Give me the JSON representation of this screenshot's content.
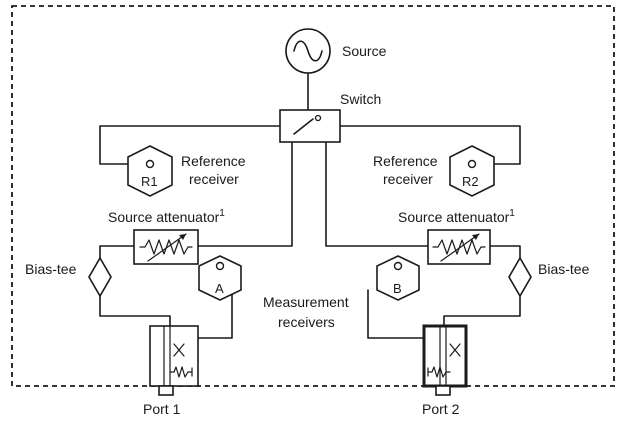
{
  "labels": {
    "source": "Source",
    "switch": "Switch",
    "reference_left_line1": "Reference",
    "reference_left_line2": "receiver",
    "reference_right_line1": "Reference",
    "reference_right_line2": "receiver",
    "r1": "R1",
    "r2": "R2",
    "attenuator_left": "Source attenuator",
    "attenuator_right": "Source attenuator",
    "attenuator_footnote": "1",
    "bias_tee_left": "Bias-tee",
    "bias_tee_right": "Bias-tee",
    "receiver_a": "A",
    "receiver_b": "B",
    "measurement_line1": "Measurement",
    "measurement_line2": "receivers",
    "port1": "Port 1",
    "port2": "Port 2"
  }
}
